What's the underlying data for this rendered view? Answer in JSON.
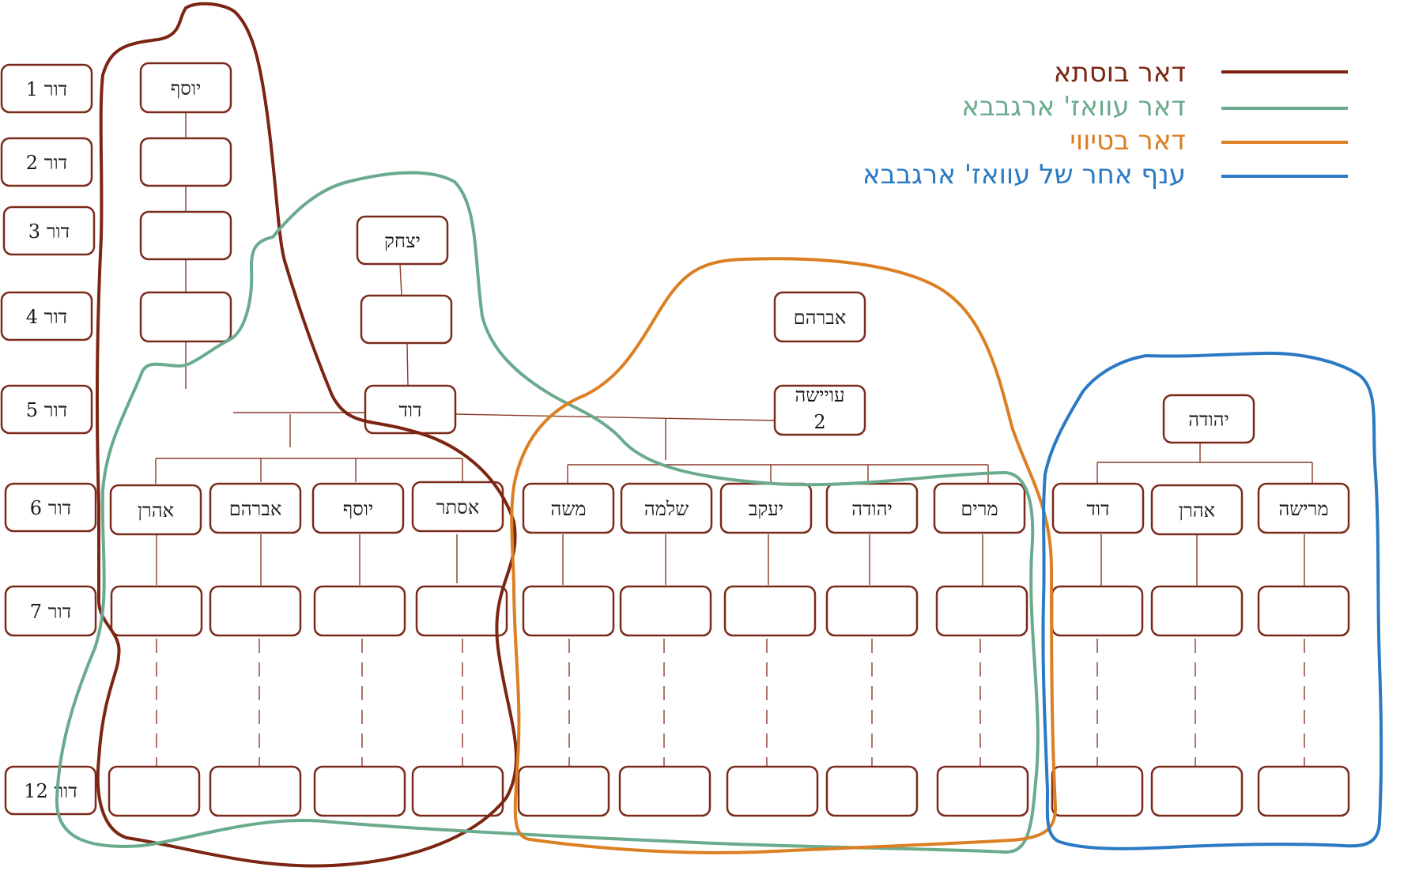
{
  "generations": [
    {
      "id": "g1",
      "label": "דור 1"
    },
    {
      "id": "g2",
      "label": "דור 2"
    },
    {
      "id": "g3",
      "label": "דור 3"
    },
    {
      "id": "g4",
      "label": "דור 4"
    },
    {
      "id": "g5",
      "label": "דור 5"
    },
    {
      "id": "g6",
      "label": "דור 6"
    },
    {
      "id": "g7",
      "label": "דור 7"
    },
    {
      "id": "g12",
      "label": "דור 12"
    }
  ],
  "people": {
    "yosef_root": "יוסף",
    "yitzhak": "יצחק",
    "david_5": "דוד",
    "avraham_root": "אברהם",
    "ouisha": "עויישה",
    "ouisha_num": "2",
    "yehuda_root": "יהודה",
    "aharon_a": "אהרן",
    "avraham_b": "אברהם",
    "yosef_c": "יוסף",
    "ester": "אסתר",
    "moshe": "משה",
    "shlomo": "שלמה",
    "yaakov": "יעקב",
    "yehuda_b": "יהודה",
    "miriam": "מרים",
    "david_b": "דוד",
    "aharon_b": "אהרן",
    "marisha": "מרישה"
  },
  "legend": [
    {
      "id": "bosta",
      "label": "דאר בוסתא",
      "color": "#7b2512"
    },
    {
      "id": "argaba",
      "label": "דאר עוואז' ארגבבא",
      "color": "#6aaa8d"
    },
    {
      "id": "btiwi",
      "label": "דאר בטיווי",
      "color": "#dc7f23"
    },
    {
      "id": "other",
      "label": "ענף אחר של עוואז' ארגבבא",
      "color": "#2a7ac4"
    }
  ]
}
